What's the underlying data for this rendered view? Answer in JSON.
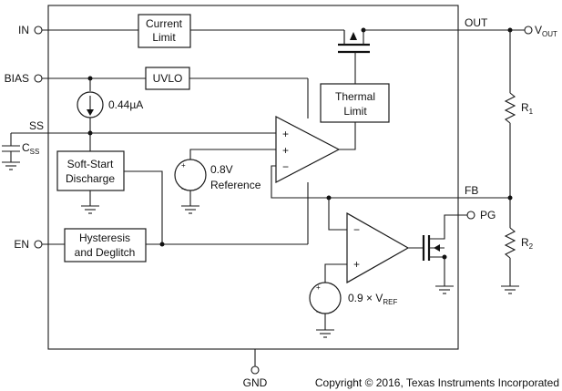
{
  "pins": {
    "in": "IN",
    "bias": "BIAS",
    "ss": "SS",
    "en": "EN",
    "out": "OUT",
    "fb": "FB",
    "pg": "PG",
    "gnd": "GND"
  },
  "blocks": {
    "current_limit": [
      "Current",
      "Limit"
    ],
    "uvlo": "UVLO",
    "thermal_limit": [
      "Thermal",
      "Limit"
    ],
    "soft_start": [
      "Soft-Start",
      "Discharge"
    ],
    "hysteresis": [
      "Hysteresis",
      "and Deglitch"
    ]
  },
  "labels": {
    "current_source": "0.44µA",
    "reference": [
      "0.8V",
      "Reference"
    ],
    "pg_reference": "0.9 × V",
    "pg_reference_sub": "REF",
    "vout": "V",
    "vout_sub": "OUT",
    "css": "C",
    "css_sub": "SS",
    "r1": "R",
    "r1_sub": "1",
    "r2": "R",
    "r2_sub": "2",
    "plus": "+",
    "minus": "−"
  },
  "copyright": "Copyright © 2016, Texas Instruments Incorporated"
}
